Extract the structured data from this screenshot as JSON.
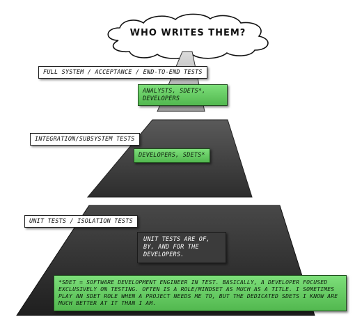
{
  "title": "WHO WRITES THEM?",
  "tiers": [
    {
      "label": "FULL SYSTEM / ACCEPTANCE / END-TO-END TESTS",
      "who": "ANALYSTS, SDETS*, DEVELOPERS"
    },
    {
      "label": "INTEGRATION/SUBSYSTEM TESTS",
      "who": "DEVELOPERS, SDETS*"
    },
    {
      "label": "UNIT TESTS / ISOLATION TESTS",
      "who": "UNIT TESTS ARE OF, BY, AND FOR THE DEVELOPERS."
    }
  ],
  "footnote": "*SDET = SOFTWARE DEVELOPMENT ENGINEER IN TEST. BASICALLY, A DEVELOPER FOCUSED EXCLUSIVELY ON TESTING. OFTEN IS A ROLE/MINDSET AS MUCH AS A TITLE. I SOMETIMES PLAY AN SDET ROLE WHEN A PROJECT NEEDS ME TO, BUT THE DEDICATED SDETS I KNOW ARE MUCH BETTER AT IT THAN I AM.",
  "colors": {
    "green": "#5fc75c",
    "pyramid_top": "#6a6a6a",
    "pyramid_bottom": "#262626"
  }
}
